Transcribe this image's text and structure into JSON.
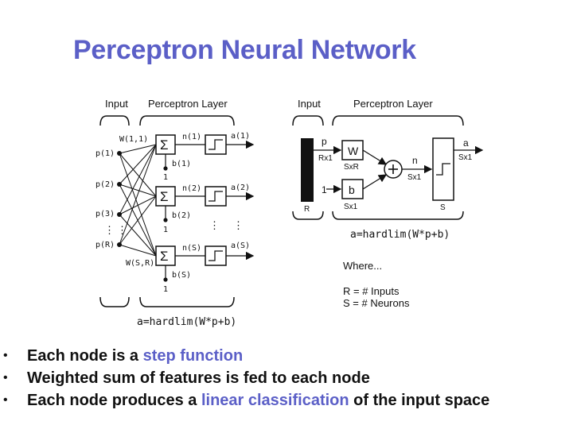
{
  "title": "Perceptron Neural Network",
  "left_diagram": {
    "input_header": "Input",
    "layer_header": "Perceptron Layer",
    "inputs": [
      "p(1)",
      "p(2)",
      "p(3)",
      "p(R)"
    ],
    "weight_top": "W(1,1)",
    "weight_bottom": "W(S,R)",
    "nodes": [
      {
        "net": "n(1)",
        "bias": "b(1)",
        "out": "a(1)"
      },
      {
        "net": "n(2)",
        "bias": "b(2)",
        "out": "a(2)"
      },
      {
        "net": "n(S)",
        "bias": "b(S)",
        "out": "a(S)"
      }
    ],
    "bias_one": "1",
    "sum_symbol": "Σ",
    "formula": "a=hardlim(W*p+b)"
  },
  "right_diagram": {
    "input_header": "Input",
    "layer_header": "Perceptron Layer",
    "p_label": "p",
    "p_dim": "Rx1",
    "input_dim": "R",
    "w_label": "W",
    "w_dim": "SxR",
    "one_label": "1",
    "b_label": "b",
    "b_dim": "Sx1",
    "n_label": "n",
    "n_dim": "Sx1",
    "a_label": "a",
    "a_dim": "Sx1",
    "s_label": "S",
    "formula": "a=hardlim(W*p+b)",
    "where": "Where...",
    "legend": [
      "R = # Inputs",
      "S = # Neurons"
    ]
  },
  "bullets": [
    {
      "bullet": "•",
      "pre": "Each node is a ",
      "hl": "step function",
      "post": ""
    },
    {
      "bullet": "•",
      "pre": "Weighted sum of features is fed to each node",
      "hl": "",
      "post": ""
    },
    {
      "bullet": "•",
      "pre": "Each node produces a ",
      "hl": "linear classification",
      "post": " of the input space"
    }
  ],
  "colors": {
    "accent": "#5b5fc7",
    "ink": "#111111"
  }
}
